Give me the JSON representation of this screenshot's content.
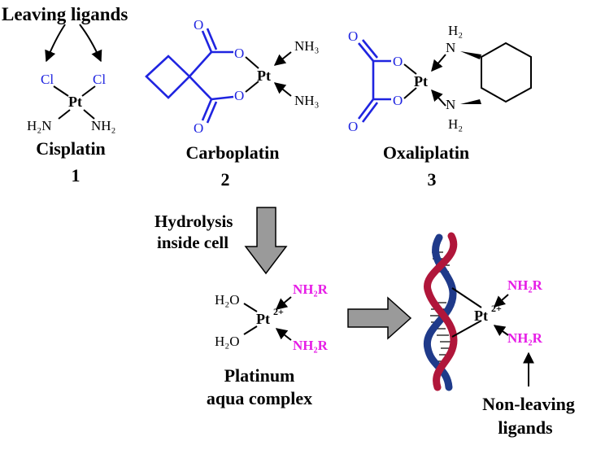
{
  "top_label": "Leaving ligands",
  "compounds": [
    {
      "name": "Cisplatin",
      "number": "1",
      "atoms": {
        "metal": "Pt",
        "leaving_1": "Cl",
        "leaving_2": "Cl",
        "amine_1": "H₂N",
        "amine_2": "NH₂"
      }
    },
    {
      "name": "Carboplatin",
      "number": "2",
      "atoms": {
        "metal": "Pt",
        "o_1": "O",
        "o_2": "O",
        "o_3": "O",
        "o_4": "O",
        "amine_1": "NH₃",
        "amine_2": "NH₃"
      }
    },
    {
      "name": "Oxaliplatin",
      "number": "3",
      "atoms": {
        "metal": "Pt",
        "o_1": "O",
        "o_2": "O",
        "o_3": "O",
        "o_4": "O",
        "amine_1": "H₂",
        "amine_1_n": "N",
        "amine_2": "N",
        "amine_2_h": "H₂"
      }
    }
  ],
  "hydrolysis_label_line1": "Hydrolysis",
  "hydrolysis_label_line2": "inside cell",
  "aqua_complex": {
    "metal": "Pt",
    "charge": "2+",
    "water_1": "H₂O",
    "water_2": "H₂O",
    "amine_1": "NH₂R",
    "amine_2": "NH₂R",
    "label_line1": "Platinum",
    "label_line2": "aqua complex"
  },
  "dna_complex": {
    "metal": "Pt",
    "charge": "2+",
    "amine_1": "NH₂R",
    "amine_2": "NH₂R"
  },
  "bottom_label_line1": "Non-leaving",
  "bottom_label_line2": "ligands",
  "colors": {
    "leaving_ligand": "#1f24e0",
    "non_leaving_ligand": "#e61ee6",
    "arrow_fill": "#9a9a9a",
    "dna_red": "#b0163a",
    "dna_blue": "#1f3a8a"
  }
}
